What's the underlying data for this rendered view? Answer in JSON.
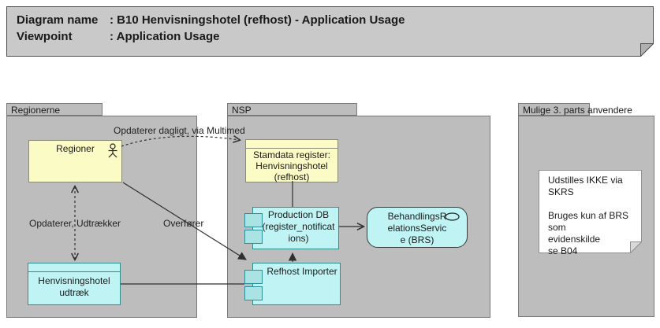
{
  "title_note": {
    "line1": {
      "label": "Diagram name",
      "value": ": B10 Henvisningshotel (refhost) - Application Usage"
    },
    "line2": {
      "label": "Viewpoint",
      "value": ": Application Usage"
    }
  },
  "groups": {
    "regionerne": {
      "label": "Regionerne"
    },
    "nsp": {
      "label": "NSP"
    },
    "mulige": {
      "label": "Mulige 3. parts anvendere"
    }
  },
  "elements": {
    "regioner": {
      "name": "Regioner",
      "type": "actor"
    },
    "stamdata": {
      "name": "Stamdata register:\nHenvisningshotel\n(refhost)"
    },
    "production_db": {
      "name": "Production DB\n(register_notificat\nions)",
      "type": "component"
    },
    "refhost_importer": {
      "name": "Refhost Importer",
      "type": "component"
    },
    "brs": {
      "name": "BehandlingsR\nelationsServic\ne (BRS)",
      "type": "service"
    },
    "udtraek": {
      "name": "Henvisningshotel\nudtræk"
    }
  },
  "side_note": {
    "text": "Udstilles IKKE via SKRS\n\nBruges kun af BRS som\nevidenskilde\nse B04"
  },
  "connector_labels": {
    "multimed": "Opdaterer dagligt, via Multimed",
    "opdaterer": "Opdaterer, Udtrækker",
    "overfoerer": "Overfører"
  },
  "colors": {
    "title_fill": "#c9c9c9",
    "folder_fill": "#bdbdbd",
    "yellow_fill": "#fbfbc6",
    "yellow_border": "#8c8c74",
    "cyan_fill": "#c0f4f4",
    "cyan_border": "#2e8f8f",
    "note_fill": "#ffffff",
    "connector": "#2f2f2f"
  }
}
